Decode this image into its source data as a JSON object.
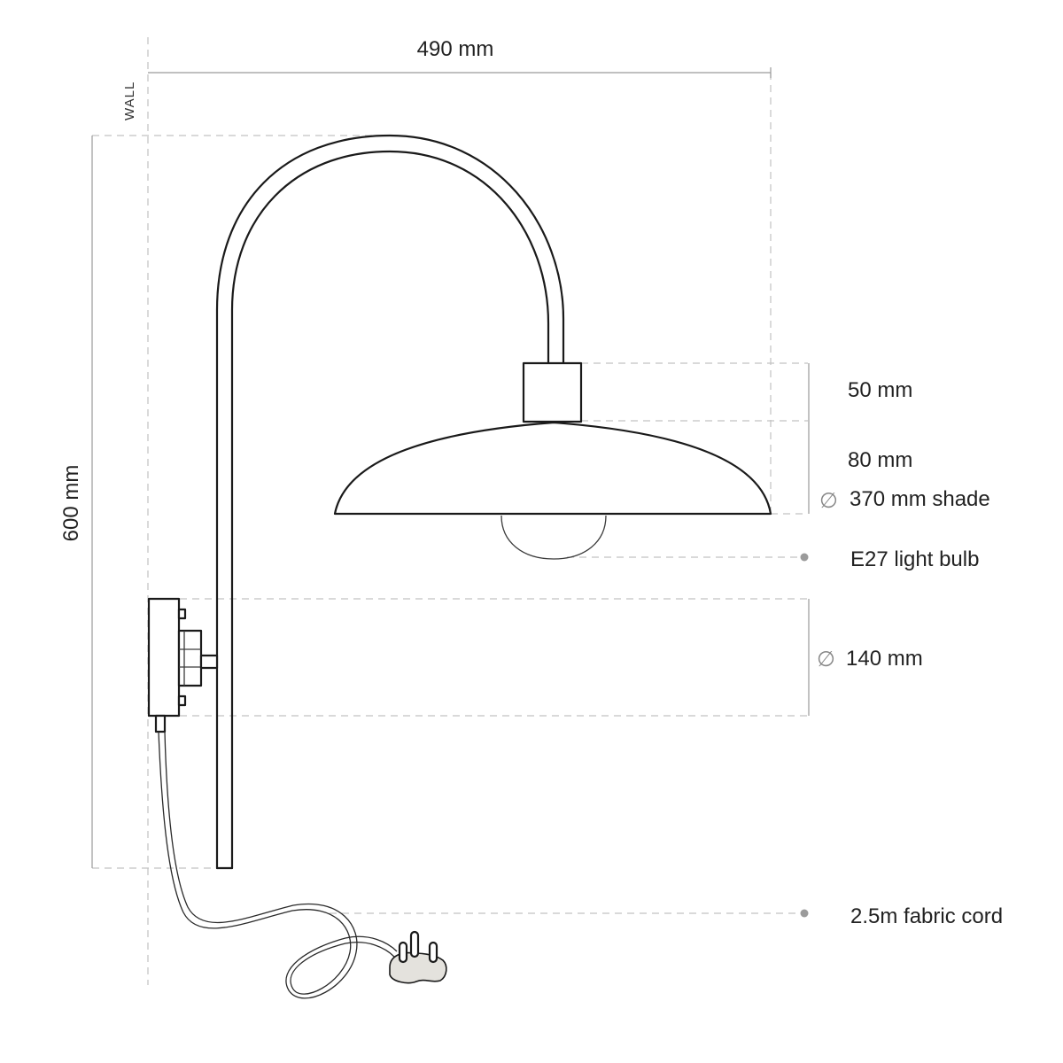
{
  "diagram": {
    "wall_label": "WALL",
    "dimensions": {
      "width": "490 mm",
      "height": "600 mm",
      "holder_height": "50 mm",
      "shade_height": "80 mm",
      "shade_diameter": "370 mm shade",
      "backplate_diameter": "140 mm"
    },
    "callouts": {
      "bulb": "E27 light bulb",
      "cord": "2.5m fabric cord"
    },
    "diameter_symbol": "∅",
    "colors": {
      "ink": "#1a1a1a",
      "guide": "#c2c2c2",
      "dot": "#9b9b9b",
      "plug_fill": "#e4e2dd"
    }
  }
}
